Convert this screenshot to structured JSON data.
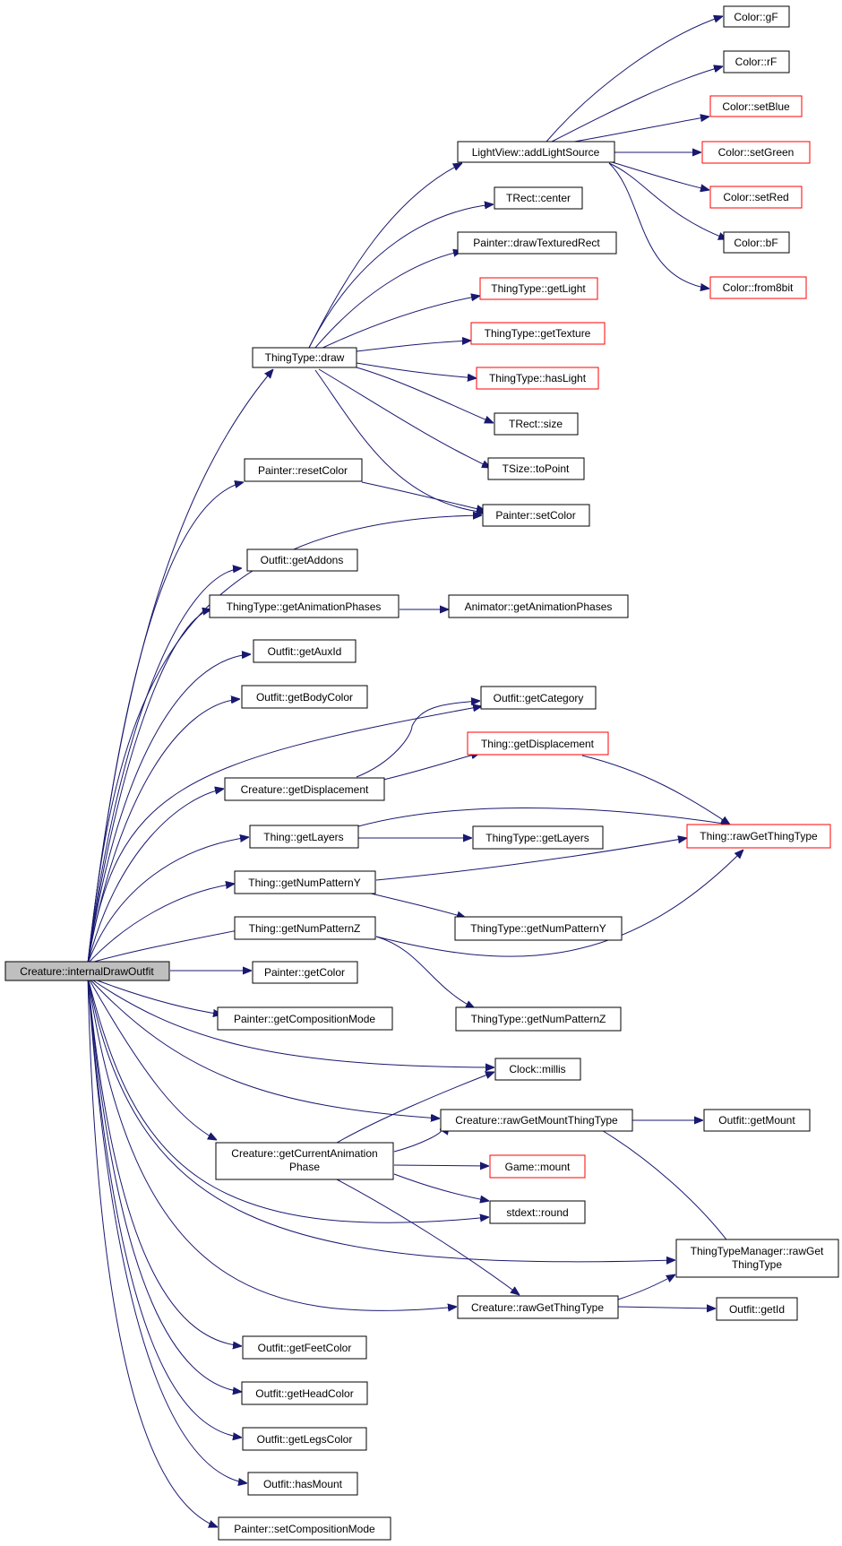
{
  "colors": {
    "edge": "#191970",
    "highlight_border": "#ff0000",
    "root_fill": "#bfbfbf"
  },
  "nodes": {
    "root": "Creature::internalDrawOutfit",
    "thingtype_draw": "ThingType::draw",
    "lightview_add": "LightView::addLightSource",
    "color_gf": "Color::gF",
    "color_rf": "Color::rF",
    "color_setblue": "Color::setBlue",
    "color_setgreen": "Color::setGreen",
    "color_setred": "Color::setRed",
    "color_bf": "Color::bF",
    "color_from8bit": "Color::from8bit",
    "trect_center": "TRect::center",
    "painter_drawtextured": "Painter::drawTexturedRect",
    "thingtype_getlight": "ThingType::getLight",
    "thingtype_gettexture": "ThingType::getTexture",
    "thingtype_haslight": "ThingType::hasLight",
    "trect_size": "TRect::size",
    "tsize_topoint": "TSize::toPoint",
    "painter_resetcolor": "Painter::resetColor",
    "painter_setcolor": "Painter::setColor",
    "outfit_getaddons": "Outfit::getAddons",
    "thingtype_getanimphases": "ThingType::getAnimationPhases",
    "animator_getanimphases": "Animator::getAnimationPhases",
    "outfit_getauxid": "Outfit::getAuxId",
    "outfit_getbodycolor": "Outfit::getBodyColor",
    "outfit_getcategory": "Outfit::getCategory",
    "thing_getdisplacement": "Thing::getDisplacement",
    "creature_getdisplacement": "Creature::getDisplacement",
    "thing_getlayers": "Thing::getLayers",
    "thingtype_getlayers": "ThingType::getLayers",
    "thing_rawgetthingtype": "Thing::rawGetThingType",
    "thing_getnumpatterny": "Thing::getNumPatternY",
    "thingtype_getnumpatterny": "ThingType::getNumPatternY",
    "thing_getnumpatternz": "Thing::getNumPatternZ",
    "thingtype_getnumpatternz": "ThingType::getNumPatternZ",
    "painter_getcolor": "Painter::getColor",
    "painter_getcompmode": "Painter::getCompositionMode",
    "clock_millis": "Clock::millis",
    "creature_rawgetmount": "Creature::rawGetMountThingType",
    "outfit_getmount": "Outfit::getMount",
    "creature_getcuranim_1": "Creature::getCurrentAnimation",
    "creature_getcuranim_2": "Phase",
    "game_mount": "Game::mount",
    "stdext_round": "stdext::round",
    "ttm_rawget_1": "ThingTypeManager::rawGet",
    "ttm_rawget_2": "ThingType",
    "creature_rawgetthingtype": "Creature::rawGetThingType",
    "outfit_getid": "Outfit::getId",
    "outfit_getfeetcolor": "Outfit::getFeetColor",
    "outfit_getheadcolor": "Outfit::getHeadColor",
    "outfit_getlegscolor": "Outfit::getLegsColor",
    "outfit_hasmount": "Outfit::hasMount",
    "painter_setcompmode": "Painter::setCompositionMode"
  }
}
